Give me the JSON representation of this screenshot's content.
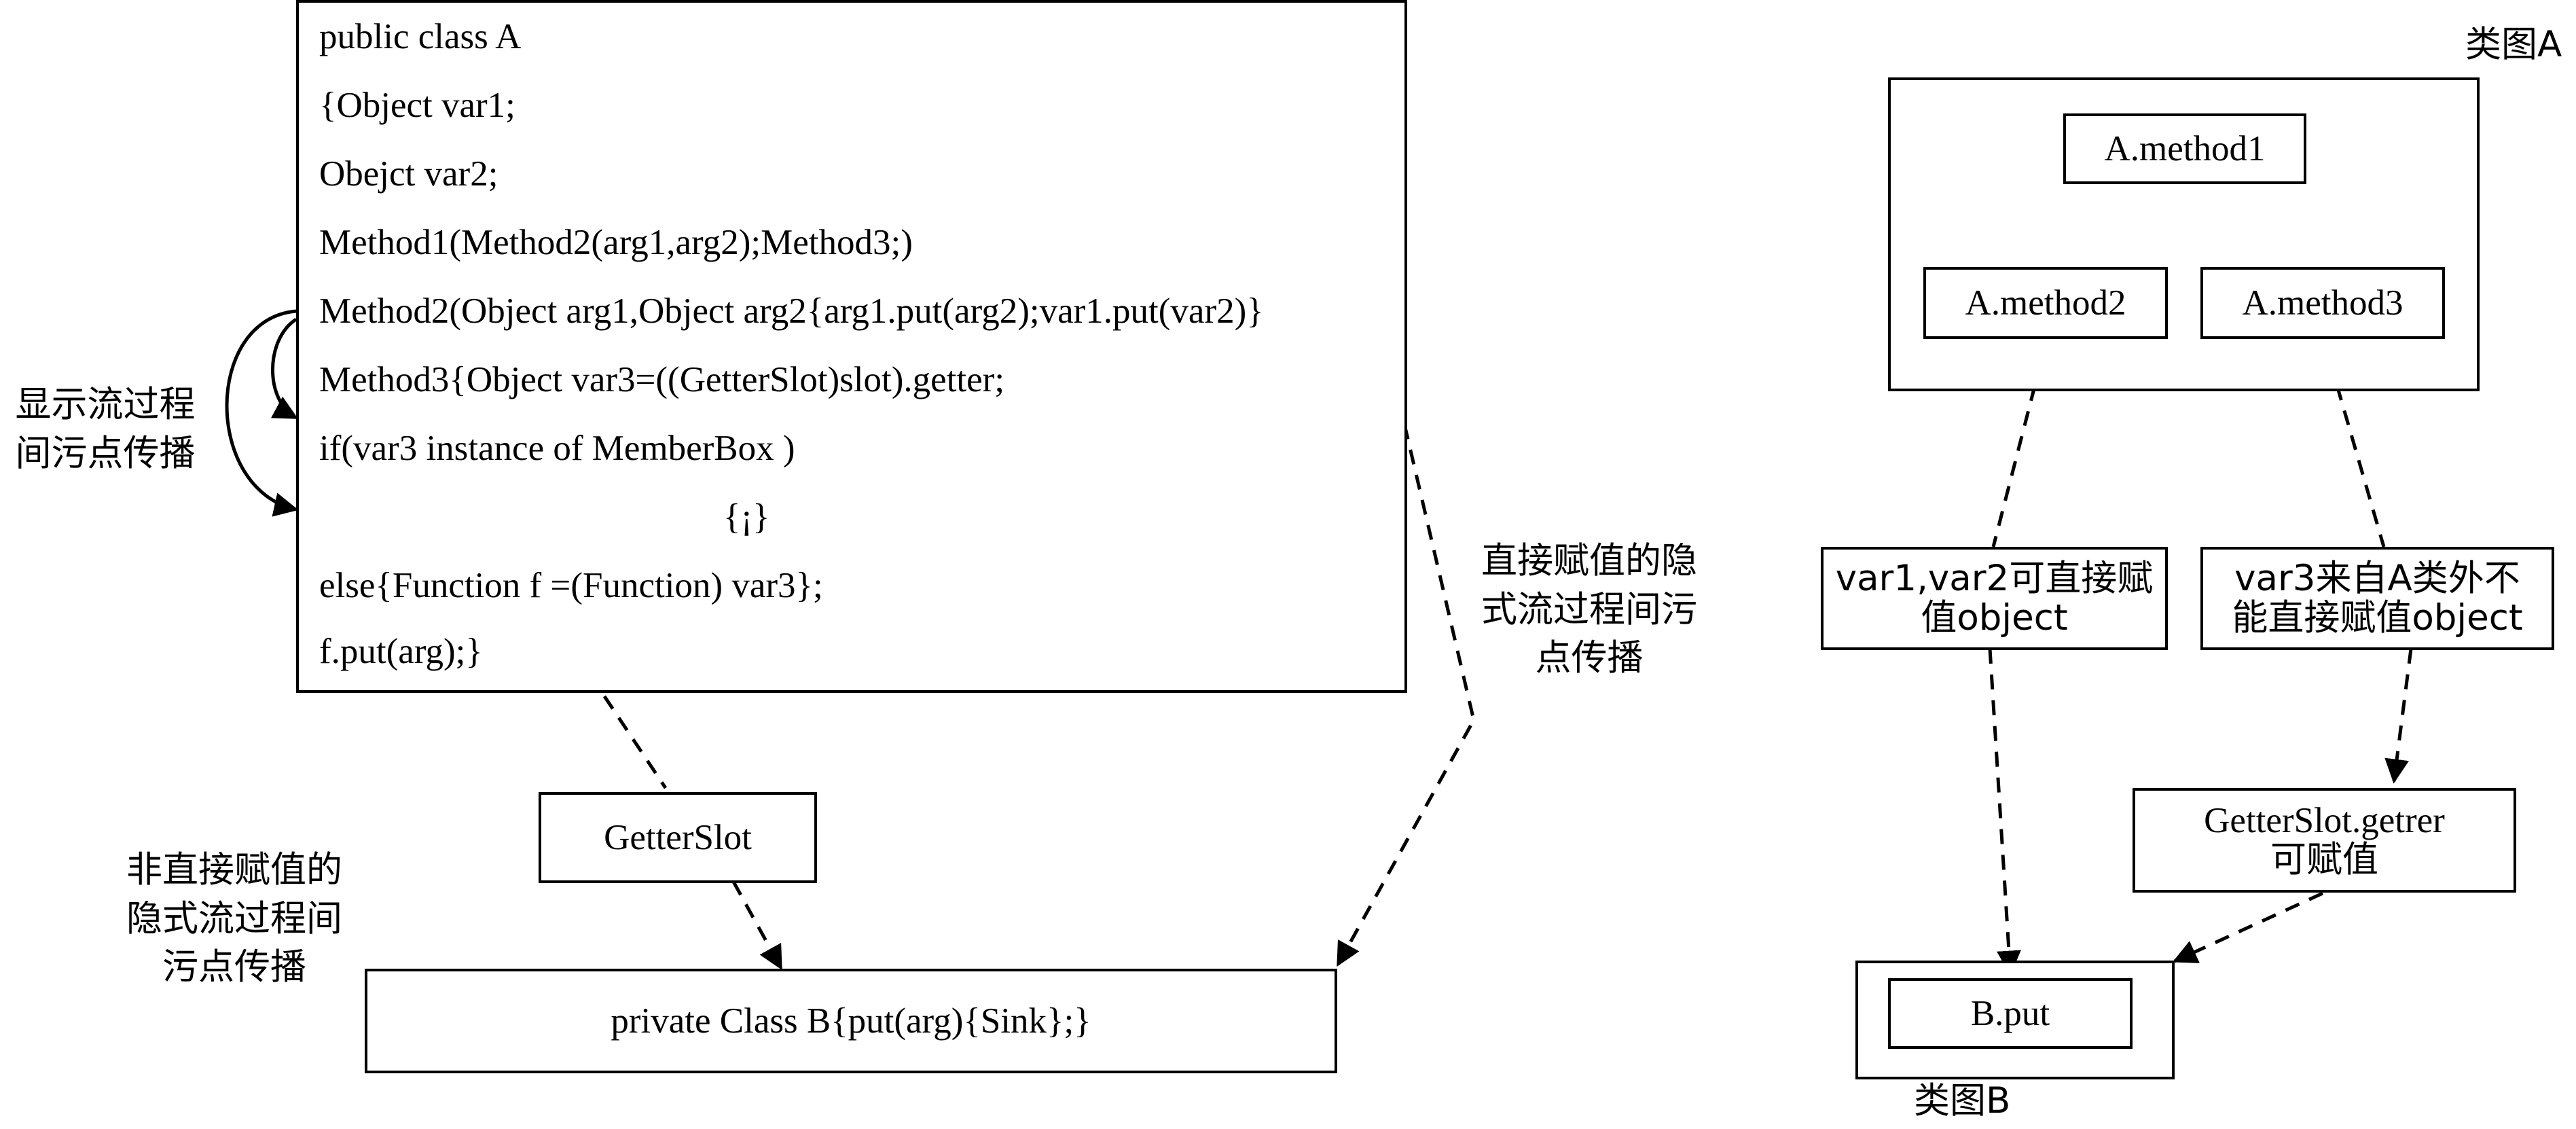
{
  "code_block": {
    "lines": [
      "public class A",
      "{Object var1;",
      "Obejct    var2;",
      "Method1(Method2(arg1,arg2);Method3;)",
      "Method2(Object arg1,Object arg2{arg1.put(arg2);var1.put(var2)}",
      "Method3{Object var3=((GetterSlot)slot).getter;",
      "if(var3 instance of MemberBox )",
      "{¡}",
      "else{Function f =(Function) var3};",
      "f.put(arg);}"
    ]
  },
  "left_labels": {
    "explicit": "显示流过程\n间污点传播",
    "indirect": "非直接赋值的\n隐式流过程间\n污点传播",
    "direct": "直接赋值的隐\n式流过程间污\n点传播"
  },
  "left_boxes": {
    "getterslot": "GetterSlot",
    "class_b": "private Class B{put(arg){Sink};}"
  },
  "right_graph": {
    "class_a_label": "类图A",
    "class_b_label": "类图B",
    "method1": "A.method1",
    "method2": "A.method2",
    "method3": "A.method3",
    "var12": "var1,var2可直接赋\n值object",
    "var3": "var3来自A类外不\n能直接赋值object",
    "getter": "GetterSlot.getrer\n可赋值",
    "bput": "B.put"
  }
}
